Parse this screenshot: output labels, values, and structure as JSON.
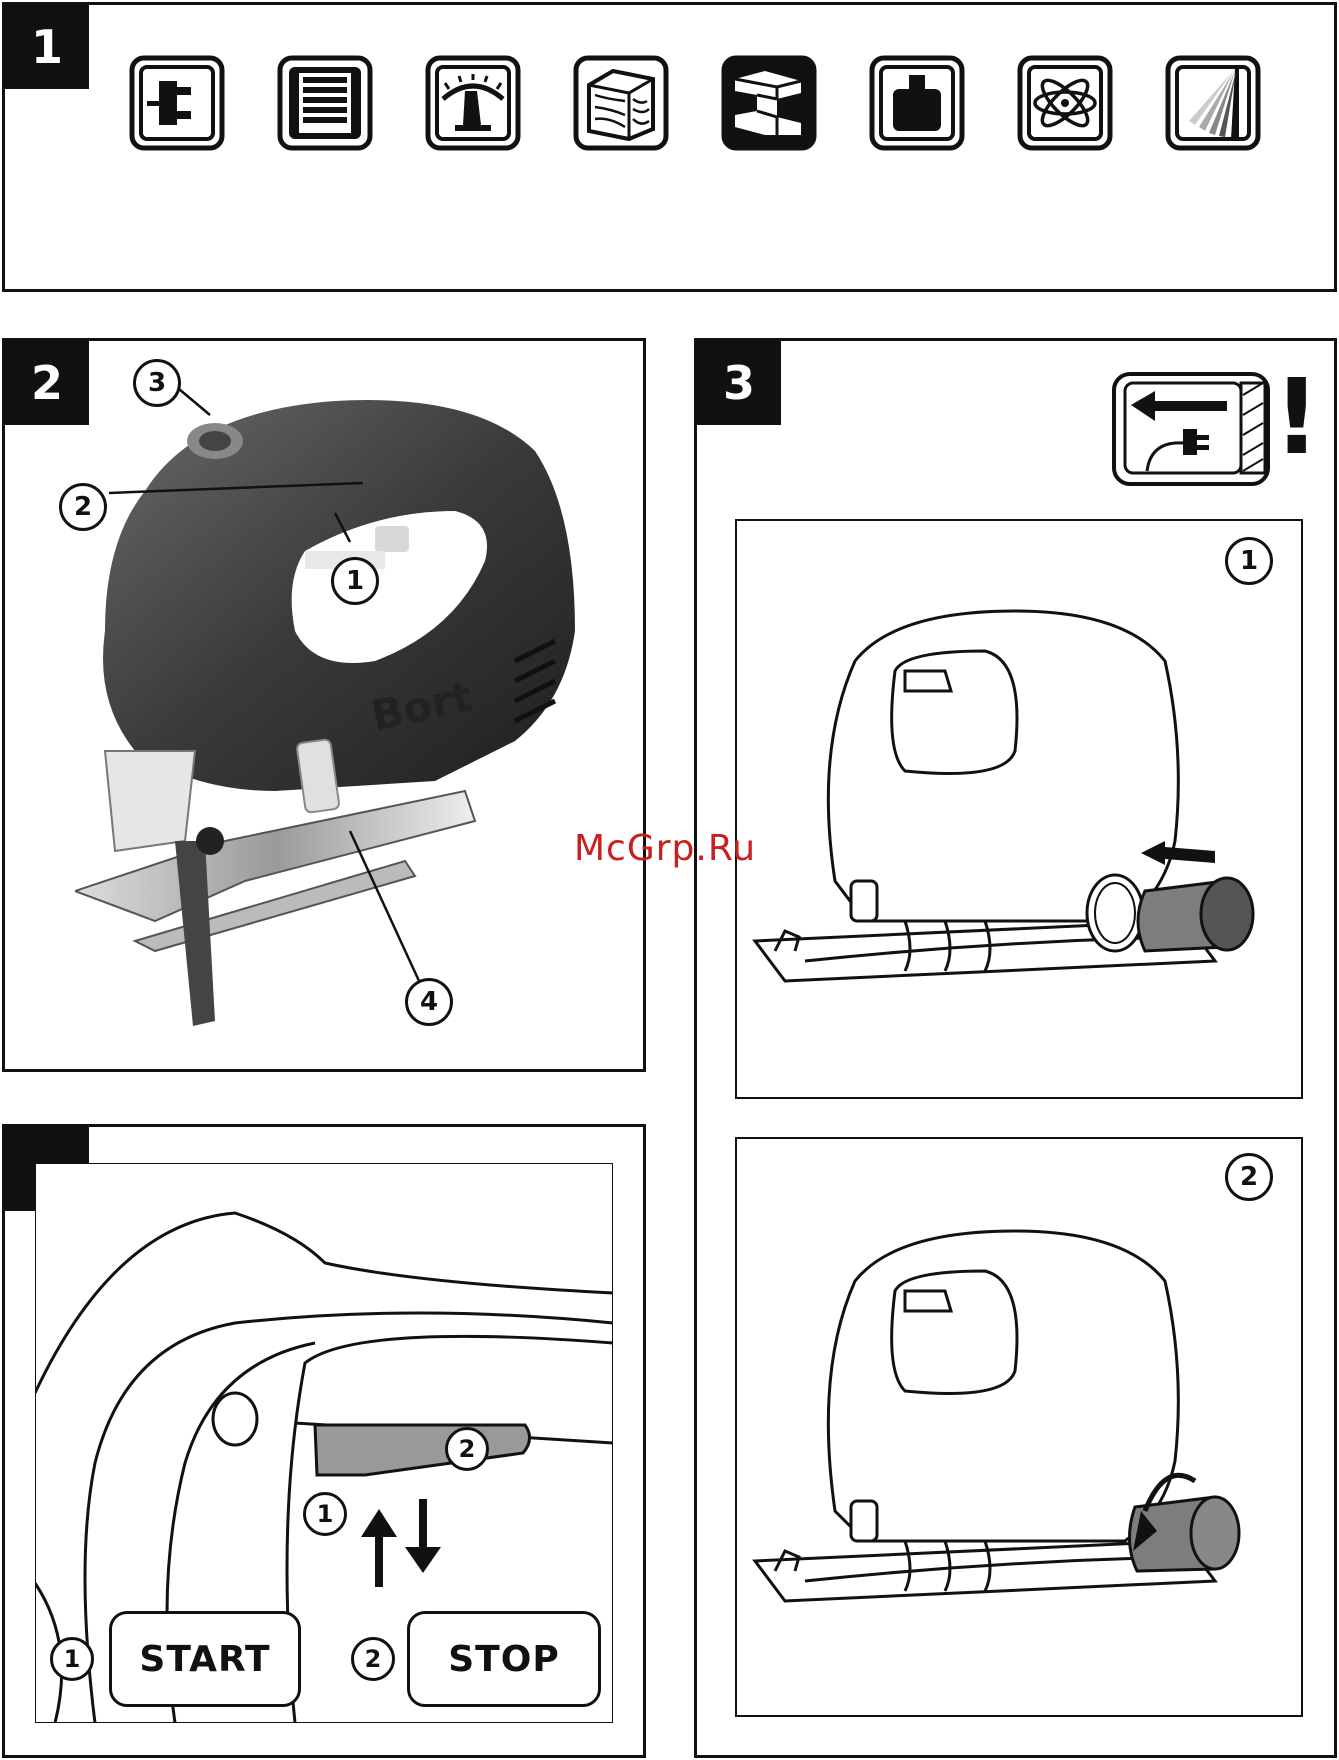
{
  "watermark": "McGrp.Ru",
  "panel1": {
    "number": "1",
    "icons": [
      "power-plug-icon",
      "motor-icon",
      "gauge-icon",
      "wood-icon",
      "metal-profile-icon",
      "weight-icon",
      "vibration-icon",
      "blade-swing-icon"
    ]
  },
  "panel2": {
    "number": "2",
    "callouts": [
      "1",
      "2",
      "3",
      "4"
    ],
    "brand": "Bort"
  },
  "panel2b": {
    "callout_up": "1",
    "callout_down": "2",
    "start_num": "1",
    "start_label": "START",
    "stop_num": "2",
    "stop_label": "STOP"
  },
  "panel3": {
    "number": "3",
    "warning": "!",
    "step1": "1",
    "step2": "2"
  }
}
